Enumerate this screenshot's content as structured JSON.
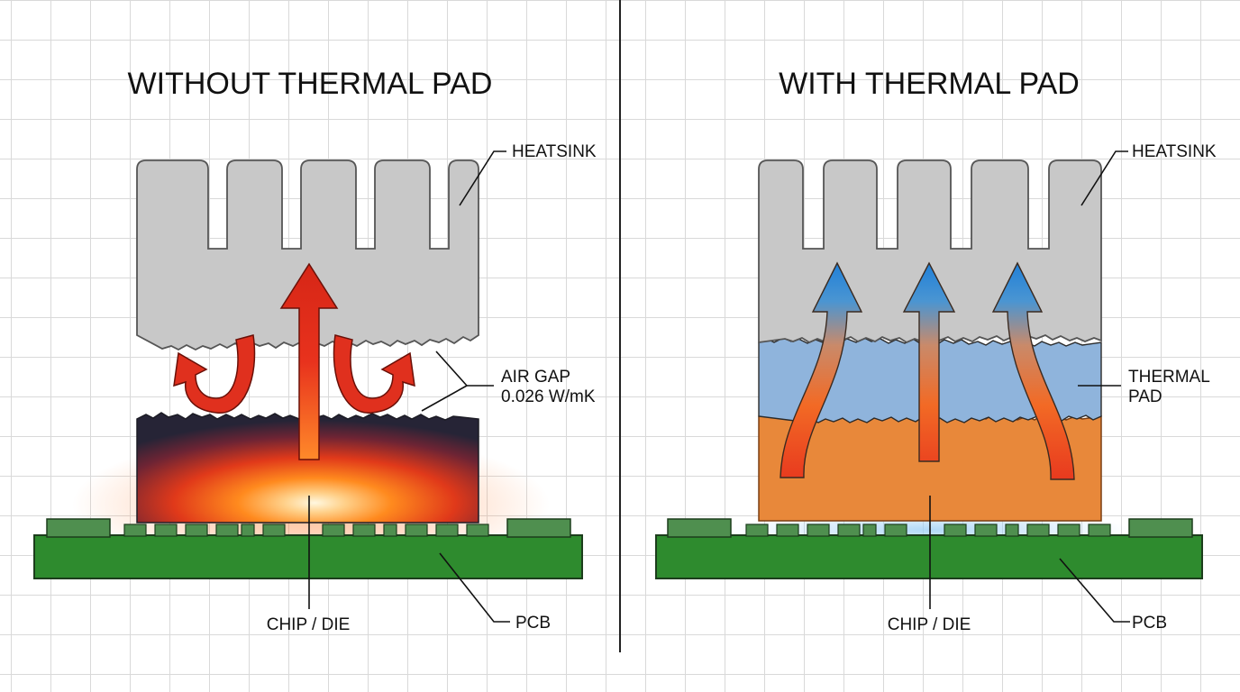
{
  "left_panel": {
    "title": "WITHOUT THERMAL PAD",
    "heatsink_label": "HEATSINK",
    "air_gap_label_line1": "AIR GAP",
    "air_gap_label_line2": "0.026 W/mK",
    "chip_label": "CHIP / DIE",
    "pcb_label": "PCB"
  },
  "right_panel": {
    "title": "WITH THERMAL PAD",
    "heatsink_label": "HEATSINK",
    "thermal_pad_label_line1": "THERMAL",
    "thermal_pad_label_line2": "PAD",
    "chip_label": "CHIP / DIE",
    "pcb_label": "PCB"
  },
  "colors": {
    "heatsink": "#c8c8c8",
    "pcb": "#2e8b2e",
    "component": "#4f8f4f",
    "thermal_pad": "#8fb4dc",
    "chip_hot": "#e8883a",
    "arrow_hot": "#e0301e",
    "arrow_cool": "#2f8fd8"
  }
}
